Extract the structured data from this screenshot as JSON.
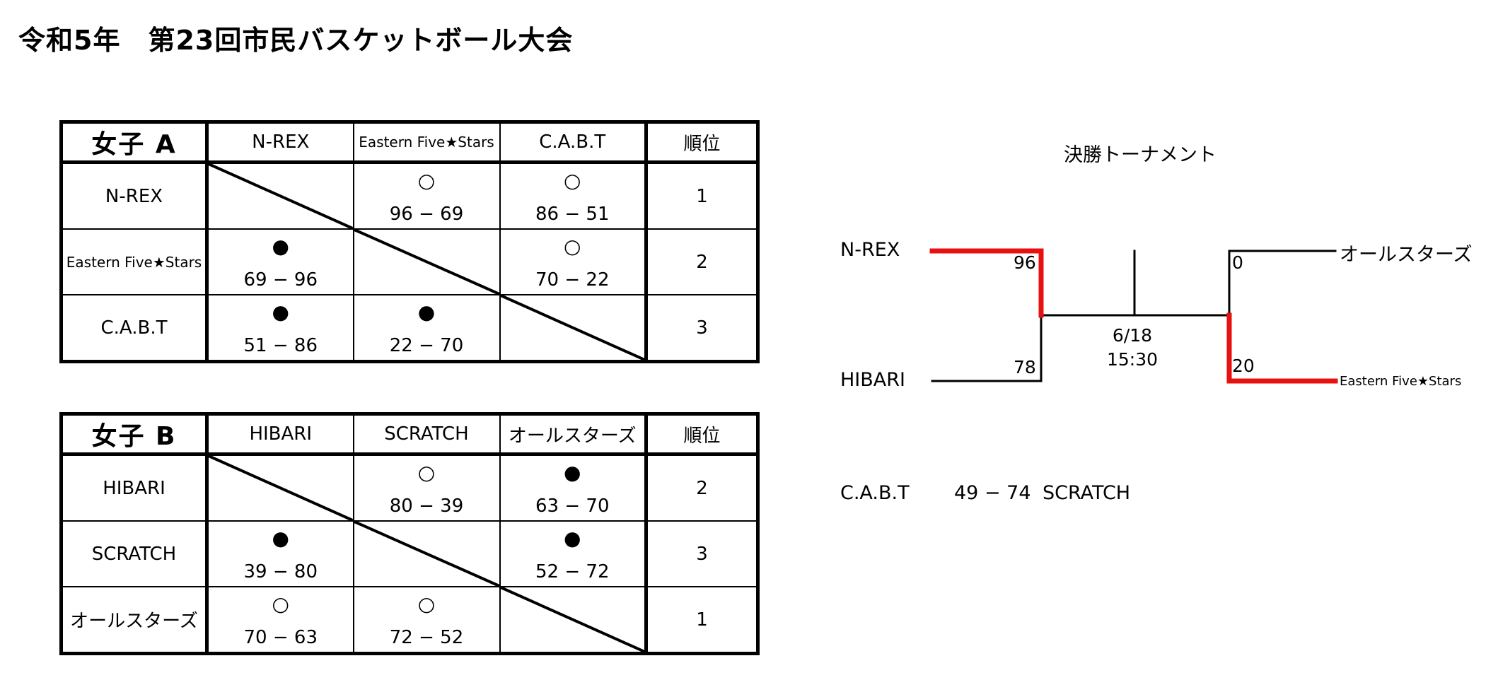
{
  "title": "令和5年　第23回市民バスケットボール大会",
  "groups": [
    {
      "label": "女子 A",
      "columns": [
        "N-REX",
        "Eastern Five★Stars",
        "C.A.B.T"
      ],
      "rank_header": "順位",
      "rows": [
        {
          "team": "N-REX",
          "cells": [
            null,
            {
              "mark": "○",
              "score": "96 − 69"
            },
            {
              "mark": "○",
              "score": "86 − 51"
            }
          ],
          "rank": "1"
        },
        {
          "team": "Eastern Five★Stars",
          "cells": [
            {
              "mark": "●",
              "score": "69 − 96"
            },
            null,
            {
              "mark": "○",
              "score": "70 − 22"
            }
          ],
          "rank": "2"
        },
        {
          "team": "C.A.B.T",
          "cells": [
            {
              "mark": "●",
              "score": "51 − 86"
            },
            {
              "mark": "●",
              "score": "22 − 70"
            },
            null
          ],
          "rank": "3"
        }
      ]
    },
    {
      "label": "女子 B",
      "columns": [
        "HIBARI",
        "SCRATCH",
        "オールスターズ"
      ],
      "rank_header": "順位",
      "rows": [
        {
          "team": "HIBARI",
          "cells": [
            null,
            {
              "mark": "○",
              "score": "80 − 39"
            },
            {
              "mark": "●",
              "score": "63 − 70"
            }
          ],
          "rank": "2"
        },
        {
          "team": "SCRATCH",
          "cells": [
            {
              "mark": "●",
              "score": "39 − 80"
            },
            null,
            {
              "mark": "●",
              "score": "52 − 72"
            }
          ],
          "rank": "3"
        },
        {
          "team": "オールスターズ",
          "cells": [
            {
              "mark": "○",
              "score": "70 − 63"
            },
            {
              "mark": "○",
              "score": "72 − 52"
            },
            null
          ],
          "rank": "1"
        }
      ]
    }
  ],
  "bracket": {
    "title": "決勝トーナメント",
    "left_top": {
      "team": "N-REX",
      "score": "96"
    },
    "left_bottom": {
      "team": "HIBARI",
      "score": "78"
    },
    "right_top": {
      "team": "オールスターズ",
      "score": "0"
    },
    "right_bottom": {
      "team": "Eastern Five★Stars",
      "score": "20"
    },
    "date": "6/18",
    "time": "15:30",
    "winner_color": "#e81010"
  },
  "third_place": {
    "team1": "C.A.B.T",
    "score": "49 − 74",
    "team2": "SCRATCH"
  }
}
